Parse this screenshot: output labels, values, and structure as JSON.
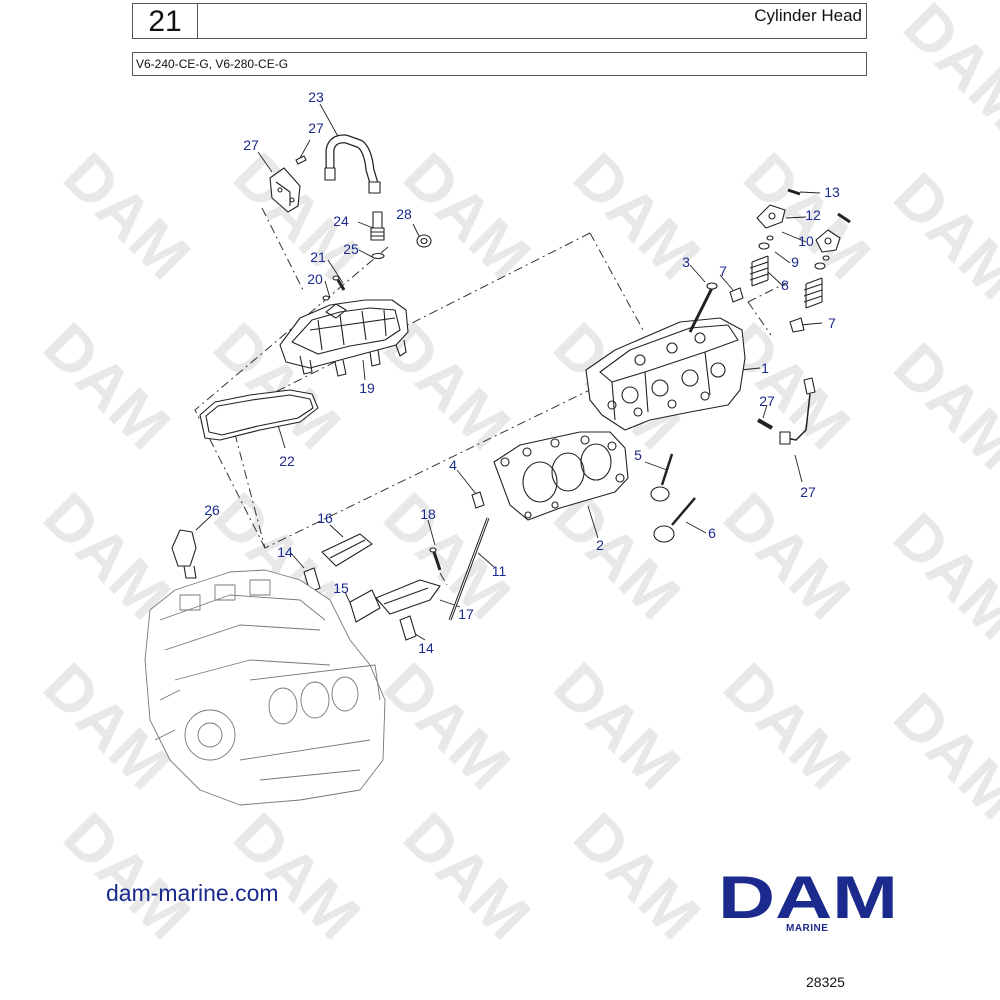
{
  "header": {
    "section_number": "21",
    "title": "Cylinder Head",
    "models": "V6-240-CE-G, V6-280-CE-G"
  },
  "diagram": {
    "callouts": [
      {
        "id": "c23",
        "label": "23"
      },
      {
        "id": "c27a",
        "label": "27"
      },
      {
        "id": "c27b",
        "label": "27"
      },
      {
        "id": "c24",
        "label": "24"
      },
      {
        "id": "c28",
        "label": "28"
      },
      {
        "id": "c25",
        "label": "25"
      },
      {
        "id": "c21",
        "label": "21"
      },
      {
        "id": "c20",
        "label": "20"
      },
      {
        "id": "c19",
        "label": "19"
      },
      {
        "id": "c22",
        "label": "22"
      },
      {
        "id": "c13",
        "label": "13"
      },
      {
        "id": "c12",
        "label": "12"
      },
      {
        "id": "c10",
        "label": "10"
      },
      {
        "id": "c9",
        "label": "9"
      },
      {
        "id": "c8",
        "label": "8"
      },
      {
        "id": "c7a",
        "label": "7"
      },
      {
        "id": "c7b",
        "label": "7"
      },
      {
        "id": "c3",
        "label": "3"
      },
      {
        "id": "c1",
        "label": "1"
      },
      {
        "id": "c27c",
        "label": "27"
      },
      {
        "id": "c27d",
        "label": "27"
      },
      {
        "id": "c4",
        "label": "4"
      },
      {
        "id": "c5",
        "label": "5"
      },
      {
        "id": "c2",
        "label": "2"
      },
      {
        "id": "c6",
        "label": "6"
      },
      {
        "id": "c26",
        "label": "26"
      },
      {
        "id": "c16",
        "label": "16"
      },
      {
        "id": "c18",
        "label": "18"
      },
      {
        "id": "c14a",
        "label": "14"
      },
      {
        "id": "c11",
        "label": "11"
      },
      {
        "id": "c15",
        "label": "15"
      },
      {
        "id": "c17",
        "label": "17"
      },
      {
        "id": "c14b",
        "label": "14"
      }
    ],
    "watermark_text": "DAM"
  },
  "footer": {
    "website": "dam-marine.com",
    "brand": "DAM",
    "brand_sub": "MARINE",
    "drawing_number": "28325"
  },
  "colors": {
    "callout": "#1b2a8c",
    "line_art": "#222222",
    "watermark": "#e6e6e6",
    "brand": "#1b2a8c"
  }
}
